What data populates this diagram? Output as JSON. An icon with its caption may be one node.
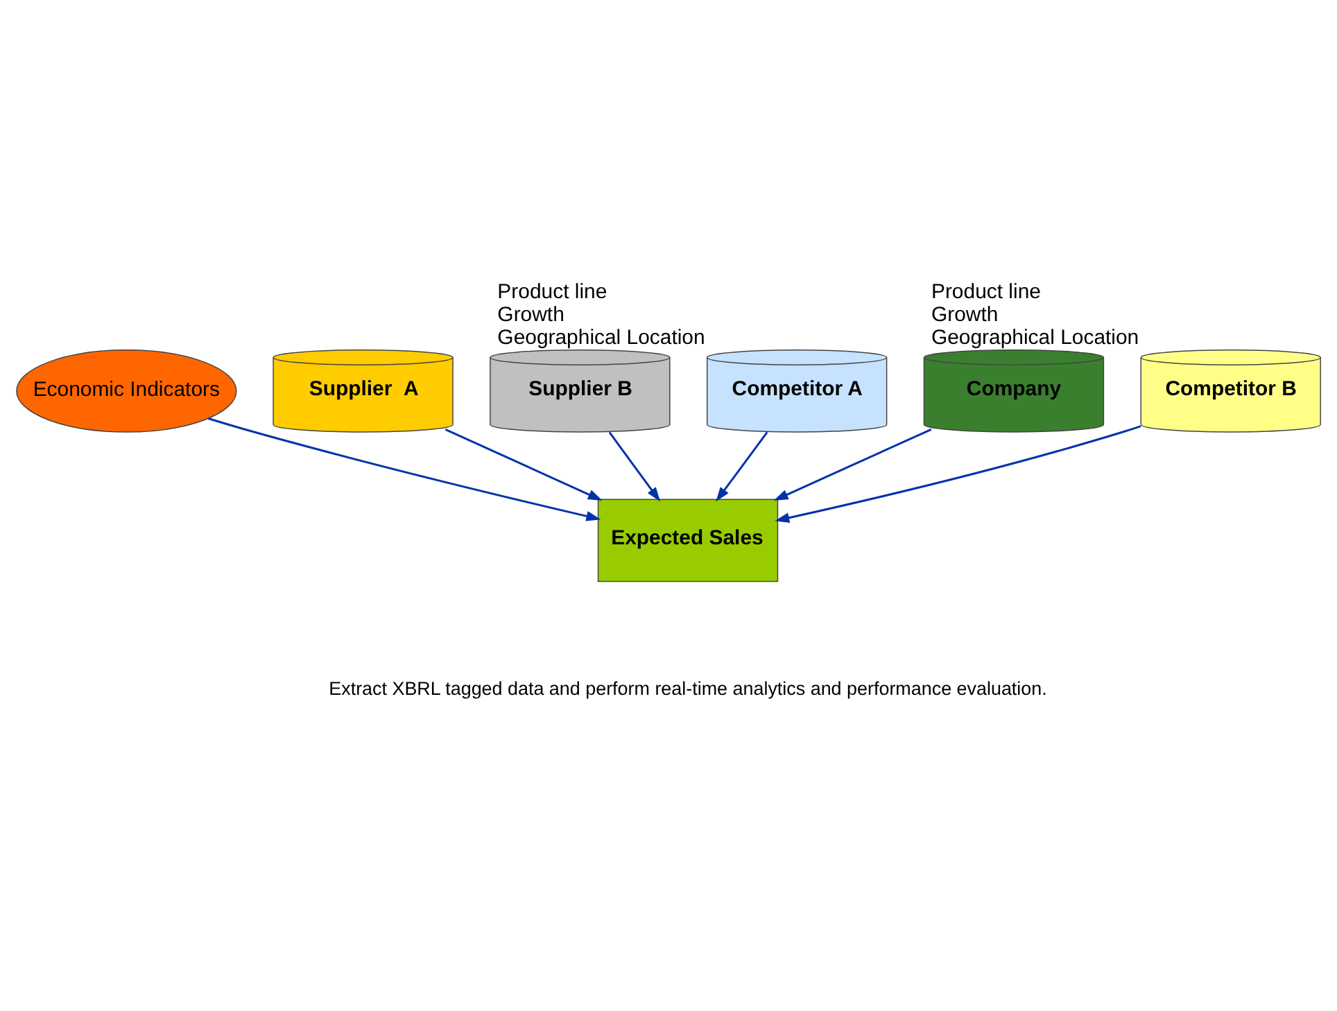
{
  "diagram": {
    "nodes": [
      {
        "text": [
          "Economic Indicators"
        ]
      },
      {
        "text": [
          "Supplier  A"
        ]
      },
      {
        "text": [
          "Supplier B"
        ]
      },
      {
        "text": [
          "Competitor A"
        ],
        "beside": [
          "Product line",
          "Growth",
          "Geographical Location"
        ]
      },
      {
        "text": [
          "Company"
        ]
      },
      {
        "text": [
          "Competitor B"
        ],
        "beside": [
          "Product line",
          "Growth",
          "Geographical Location"
        ]
      },
      {
        "text": [
          "Expected Sales"
        ]
      }
    ],
    "edges": [
      {
        "from": 0,
        "to": 6,
        "arrow": "to"
      },
      {
        "from": 1,
        "to": 6,
        "arrow": "to"
      },
      {
        "from": 3,
        "to": 6,
        "arrow": "to"
      },
      {
        "from": 4,
        "to": 6,
        "arrow": "to"
      },
      {
        "from": 2,
        "to": 6,
        "arrow": "to"
      },
      {
        "from": 5,
        "to": 6,
        "arrow": "to"
      }
    ],
    "labels": [
      "Extract XBRL tagged data and perform real-time analytics and performance evaluation."
    ]
  }
}
